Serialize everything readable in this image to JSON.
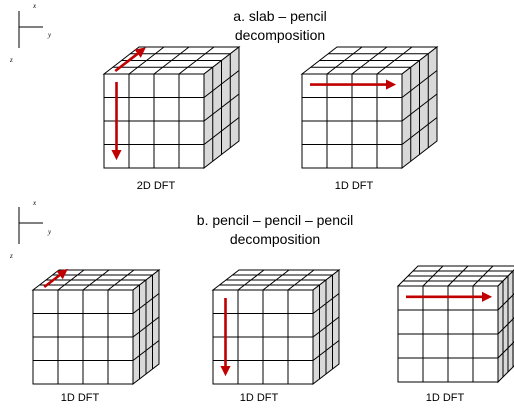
{
  "panel_a": {
    "title_line1": "a. slab – pencil",
    "title_line2": "decomposition",
    "axes": {
      "x": "x",
      "y": "y",
      "z": "z"
    },
    "cubes": [
      {
        "caption": "2D DFT"
      },
      {
        "caption": "1D DFT"
      }
    ]
  },
  "panel_b": {
    "title_line1": "b. pencil – pencil – pencil",
    "title_line2": "decomposition",
    "axes": {
      "x": "x",
      "y": "y",
      "z": "z"
    },
    "cubes": [
      {
        "caption": "1D DFT"
      },
      {
        "caption": "1D DFT"
      },
      {
        "caption": "1D DFT"
      }
    ]
  },
  "colors": {
    "grid_stroke": "#000000",
    "front_face": "#ffffff",
    "top_face": "#ffffff",
    "side_face": "#d9d9d9",
    "arrow": "#c00000"
  }
}
